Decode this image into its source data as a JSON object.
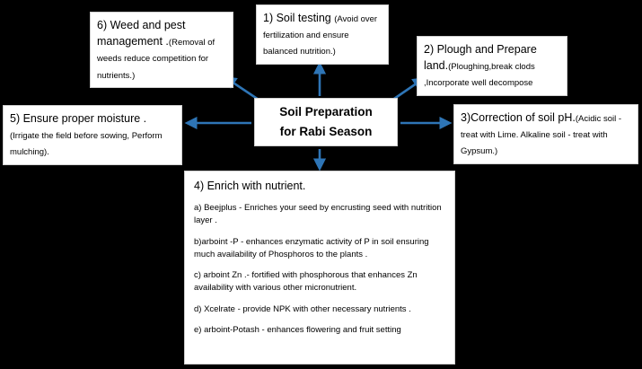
{
  "diagram": {
    "center": {
      "title": "Soil Preparation for Rabi Season"
    },
    "nodes": {
      "soil_testing": {
        "title": "1) Soil testing ",
        "detail": "(Avoid over fertilization and ensure balanced nutrition.)"
      },
      "plough": {
        "title": "2) Plough and Prepare land.",
        "detail": "(Ploughing,break clods ,Incorporate well decompose"
      },
      "ph": {
        "title": "3)Correction of soil pH.",
        "detail": "(Acidic soil - treat with Lime. Alkaline soil - treat with Gypsum.)"
      },
      "enrich": {
        "title": "4) Enrich with nutrient.",
        "items": [
          "a) Beejplus -  Enriches your seed by encrusting seed with nutrition layer .",
          "b)arboint -P - enhances enzymatic activity of P in soil ensuring much availability of Phosphoros to the plants .",
          "c) arboint Zn .- fortified with phosphorous that enhances Zn availability with various other micronutrient.",
          "d) Xcelrate - provide NPK with other necessary nutrients .",
          "e) arboint-Potash - enhances flowering and fruit setting"
        ]
      },
      "moisture": {
        "title": "5) Ensure proper moisture .",
        "detail": "(Irrigate the field before sowing, Perform mulching)."
      },
      "weed": {
        "title": "6) Weed and pest management .",
        "detail": "(Removal of weeds reduce competition for nutrients.)"
      }
    },
    "colors": {
      "background": "#000000",
      "box_background": "#ffffff",
      "text": "#000000",
      "arrow": "#2e75b6"
    }
  }
}
